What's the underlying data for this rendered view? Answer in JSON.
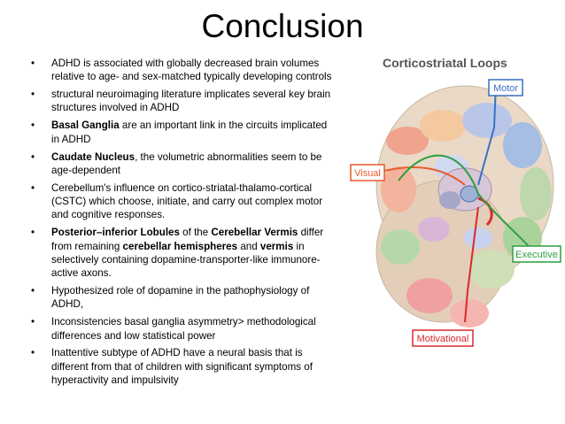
{
  "slide": {
    "title": "Conclusion",
    "bullet_glyph": "•",
    "bullets": [
      [
        {
          "t": "ADHD is associated with globally decreased brain volumes relative to age- and sex-matched typically developing controls",
          "b": false
        }
      ],
      [
        {
          "t": "structural neuroimaging literature implicates several key brain structures involved in ADHD",
          "b": false
        }
      ],
      [
        {
          "t": "Basal Ganglia",
          "b": true
        },
        {
          "t": " are an important link in the circuits implicated in ADHD",
          "b": false
        }
      ],
      [
        {
          "t": "Caudate Nucleus",
          "b": true
        },
        {
          "t": ", the volumetric abnormalities seem to be age-dependent",
          "b": false
        }
      ],
      [
        {
          "t": "Cerebellum's influence on cortico-striatal-thalamo-cortical (CSTC) which choose, initiate, and carry out complex motor and cognitive responses.",
          "b": false
        }
      ],
      [
        {
          "t": "Posterior–inferior Lobules",
          "b": true
        },
        {
          "t": " of the ",
          "b": false
        },
        {
          "t": "Cerebellar Vermis",
          "b": true
        },
        {
          "t": " differ from remaining ",
          "b": false
        },
        {
          "t": "cerebellar hemispheres",
          "b": true
        },
        {
          "t": " and ",
          "b": false
        },
        {
          "t": "vermis",
          "b": true
        },
        {
          "t": " in selectively containing dopamine-transporter-like immunore-active axons.",
          "b": false
        }
      ],
      [
        {
          "t": "Hypothesized role of dopamine in the pathophysiology of ADHD,",
          "b": false
        }
      ],
      [
        {
          "t": "Inconsistencies basal ganglia asymmetry> methodological differences and low statistical power",
          "b": false
        }
      ],
      [
        {
          "t": "Inattentive subtype of ADHD have a neural basis that is different from that of children with significant symptoms of hyperactivity and impulsivity",
          "b": false
        }
      ]
    ]
  },
  "figure": {
    "title": "Corticostriatal Loops",
    "labels": {
      "motor": "Motor",
      "visual": "Visual",
      "executive": "Executive",
      "motivational": "Motivational"
    },
    "colors": {
      "motor": "#3a6fc4",
      "visual": "#e85a2c",
      "executive": "#2e9e3e",
      "motivational": "#d8282c"
    }
  }
}
